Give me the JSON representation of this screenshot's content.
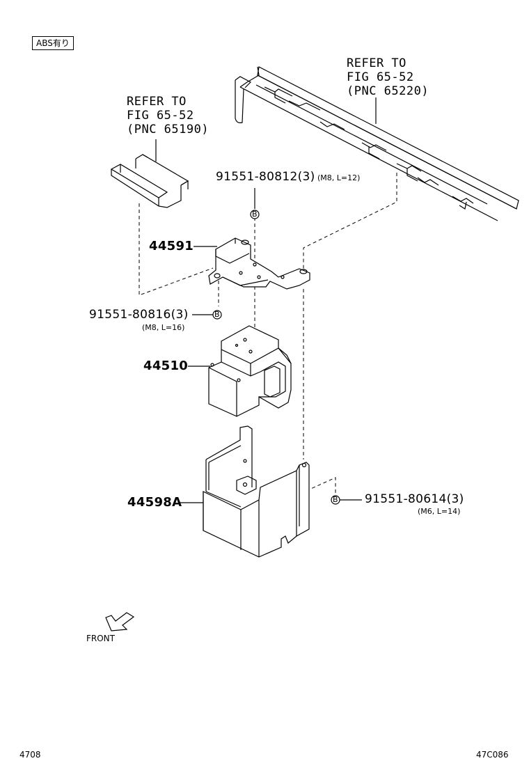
{
  "header": {
    "tag": "ABS有り"
  },
  "refers": [
    {
      "line1": "REFER TO",
      "line2": "FIG 65-52",
      "line3": "(PNC 65190)"
    },
    {
      "line1": "REFER TO",
      "line2": "FIG 65-52",
      "line3": "(PNC 65220)"
    }
  ],
  "parts": {
    "bolt_top": {
      "number": "91551-80812(3)",
      "spec": "(M8, L=12)",
      "marker": "B"
    },
    "bracket": {
      "number": "44591"
    },
    "bolt_left": {
      "number": "91551-80816(3)",
      "spec": "(M8, L=16)",
      "marker": "B"
    },
    "actuator": {
      "number": "44510"
    },
    "cover": {
      "number": "44598A"
    },
    "bolt_right": {
      "number": "91551-80614(3)",
      "spec": "(M6, L=14)",
      "marker": "B"
    }
  },
  "front": {
    "label": "FRONT"
  },
  "footer": {
    "left": "4708",
    "right": "47C086"
  }
}
